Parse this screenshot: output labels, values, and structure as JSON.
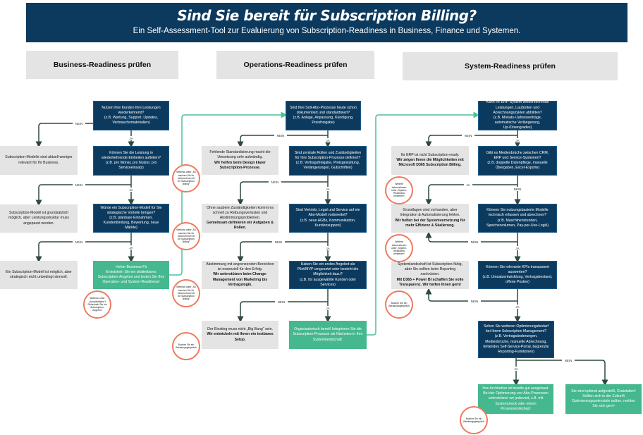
{
  "header": {
    "title": "Sind Sie bereit für Subscription Billing?",
    "subtitle": "Ein Self-Assessment-Tool zur Evaluierung von Subscription-Readiness in Business, Finance und Systemen."
  },
  "sections": {
    "business": "Business-Readiness prüfen",
    "operations": "Operations-Readiness prüfen",
    "system": "System-Readiness prüfen"
  },
  "labels": {
    "yes": "JA",
    "no": "NEIN"
  },
  "business": {
    "q1": {
      "text": "Nutzen Ihre Kunden Ihre Leistungen wiederkehrend?",
      "hint": "(z.B. Wartung, Support, Updates, Verbrauchsmaterialien)"
    },
    "q2": {
      "text": "Können Sie die Leistung in wiederkehrende Einheiten aufteilen?",
      "hint": "(z.B. pro Monat, pro Nutzer, pro Serviceeinsatz)"
    },
    "q3": {
      "text": "Würde ein Subscription-Modell für Sie strategische Vorteile bringen?",
      "hint": "(z.B. planbare Einnahmen, Kundenbindung, Bewertung, neue Märkte)"
    },
    "a1": {
      "text": "Subscription-Modelle sind aktuell weniger relevant für Ihr Business."
    },
    "a2": {
      "text": "Subscription-Modell ist grundsätzlich möglich, aber Leistungsstruktur muss angepasst werden."
    },
    "a3": {
      "text": "Ein Subscription-Modell ist möglich, aber strategisch nicht unbedingt sinnvoll."
    },
    "result": {
      "title": "Hoher Business-Fit",
      "text": "Entwickeln Sie ein skalierbares Subscription-Angebot und testen Sie Ihre Operation- und System-Readiness!"
    },
    "badge": "Webinar unter „Auswahlfaktor? Sicherheit: Sie ein Subscription-Angebot“"
  },
  "operations": {
    "q1": {
      "text": "Sind Ihre Soll-Abo-Prozesse heute schon dokumentiert und standardisiert?",
      "hint": "(z.B. Anlage, Anpassung, Kündigung, Preisfreigabe)"
    },
    "q2": {
      "text": "Sind zentrale Rollen und Zuständigkeiten für Ihre Subscription-Prozesse definiert?",
      "hint": "(z.B. Vertragsfreigabe, Preisgestaltung, Verlängerungen, Gutschriften)"
    },
    "q3": {
      "text": "Sind Vertrieb, Legal und Service auf ein Abo-Modell vorbereitet?",
      "hint": "(z.B. neue AGBs, Kommunikation, Kundensupport)"
    },
    "q4": {
      "text": "Haben Sie ein erstes Angebot als Pilot/MVP umgesetzt oder besteht die Möglichkeit dazu?",
      "hint": "(z.B. für ausgewählte Kunden oder Services)"
    },
    "a1": {
      "text": "Fehlende Standardisierung macht die Umsetzung sehr aufwändig.",
      "bold": "Wir helfen beim Design klarer Subscription-Prozesse."
    },
    "a2": {
      "text": "Ohne saubere Zuständigkeiten kommt es schnell zu Reibungsverlusten und Abstimmungsproblemen.",
      "bold": "Gemeinsam definieren wir Aufgaben & Rollen."
    },
    "a3": {
      "text": "Abstimmung mit angrenzenden Bereichen ist essenziell für den Erfolg.",
      "bold": "Wir unterstützen beim Change-Management von Marketing bis Vertragslogik."
    },
    "a4": {
      "text": "Der Einstieg muss nicht „Big Bang“ sein.",
      "bold": "Wir entwickeln mit Ihnen ein testbares Setup."
    },
    "result": {
      "text": "Organisatorisch bereit! Integrieren Sie die Subscription-Prozesse als Nächstes in Ihre Systemlandschaft."
    },
    "badge_webinar": "Webinar unter „So machen Sie Ihr Unternehmen fit für Subscription Billing“",
    "badge_consult": "Buchen Sie ein Beratungsgespräch"
  },
  "system": {
    "q1": {
      "text": "Kann Ihr ERP-System wiederkehrende Leistungen, Laufzeiten und Abrechnungszyklen abbilden?",
      "hint": "(z.B. Monats-/Jahresverträge, automatische Verlängerung, Up-/Downgrades)"
    },
    "q2": {
      "text": "Gibt es Medienbrüche zwischen CRM, ERP und Service-Systemen?",
      "hint": "(z.B. doppelte Datenpflege, manuelle Übergaben, Excel-Exporte)"
    },
    "q3": {
      "text": "Können Sie nutzungsbasierte Modelle technisch erfassen und abrechnen?",
      "hint": "(z.B. Maschinenstunden, Speichervolumen, Pay-per-Use-Logik)"
    },
    "q4": {
      "text": "Können Sie relevante KPIs transparent auswerten?",
      "hint": "(z.B. Umsatzentwicklung, Vertragsbestand, offene Posten)"
    },
    "q5": {
      "text": "Sehen Sie weiteren Optimierungsbedarf bei Ihrem Subscription Management? (z.B. Vertragsänderungen, Medienbrüche, manuelle Abrechnung, fehlendes Self-Service-Portal, begrenzte Reporting-Funktionen)"
    },
    "a1": {
      "text": "Ihr ERP ist nicht Subscription-ready.",
      "bold": "Wir zeigen Ihnen die Möglichkeiten mit Microsoft D365 Subscription Billing."
    },
    "a2": {
      "text": "Grundlagen sind vorhanden, aber Integration & Automatisierung fehlen.",
      "bold": "Wir helfen bei der Systemvernetzung für mehr Effizienz & Skalierung."
    },
    "a3": {
      "text": "Systemlandschaft ist Subscription-fähig, aber Sie sollten beim Reporting nachrüsten.",
      "bold": "Mit D365 + Power BI schaffen Sie volle Transparenz. Wir helfen Ihnen gern!"
    },
    "result_yes": {
      "text": "Ihre Architektur ist bereits gut ausgebaut. Bei der Optimierung von Abo-Prozessen unterstützen wir jederzeit, z.B. mit Systemcheck oder einem Prozessworkshop!"
    },
    "result_no": {
      "text": "Sie sind optimal aufgestellt, Gratulation! Sollten sich in der Zukunft Optimierungspotenziale auftun, melden Sie sich gern!"
    },
    "badge_info": "Weitere Informationen unter „System-Readiness verstehen“",
    "badge_consult": "Buchen Sie ein Beratungsgespräch"
  },
  "colors": {
    "navy": "#0c3a5e",
    "gray": "#e4e4e4",
    "green": "#45b88f",
    "badge": "#ef7a60",
    "connector": "#2e4a3c"
  }
}
